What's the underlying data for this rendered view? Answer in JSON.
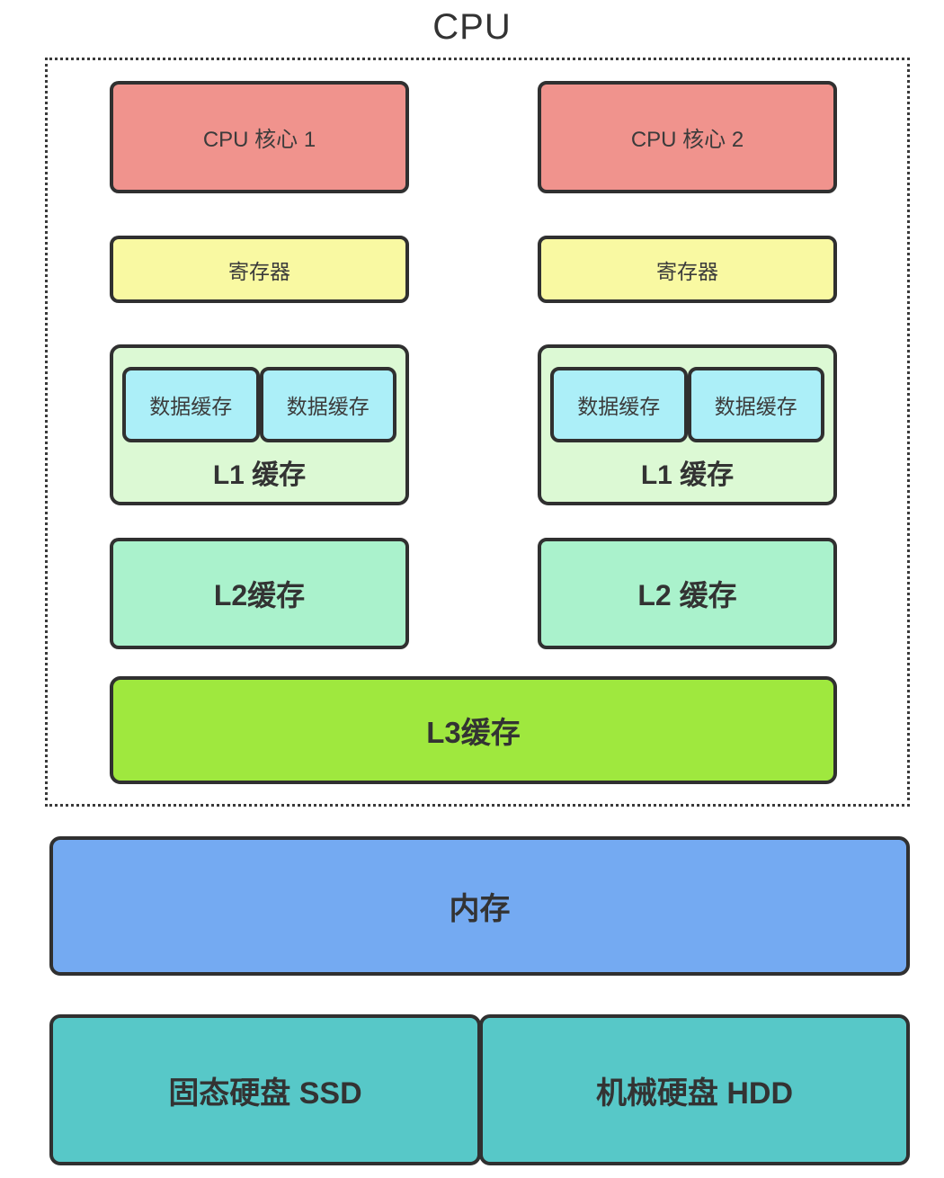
{
  "title": "CPU",
  "colors": {
    "border": "#303030",
    "pink": "#f0938d",
    "yellow": "#f9f9a2",
    "l1green": "#dcf9d4",
    "cyan": "#aceff8",
    "mint": "#aaf2cc",
    "green": "#9fe83e",
    "blue": "#74aaf2",
    "teal": "#57c8c8"
  },
  "cpu": {
    "cores": [
      {
        "core_label": "CPU 核心 1",
        "register_label": "寄存器",
        "l1": {
          "label": "L1 缓存",
          "sub": [
            "数据缓存",
            "数据缓存"
          ]
        },
        "l2_label": "L2缓存"
      },
      {
        "core_label": "CPU 核心 2",
        "register_label": "寄存器",
        "l1": {
          "label": "L1 缓存",
          "sub": [
            "数据缓存",
            "数据缓存"
          ]
        },
        "l2_label": "L2 缓存"
      }
    ],
    "l3_label": "L3缓存"
  },
  "memory_label": "内存",
  "storage": [
    {
      "label": "固态硬盘 SSD"
    },
    {
      "label": "机械硬盘 HDD"
    }
  ]
}
